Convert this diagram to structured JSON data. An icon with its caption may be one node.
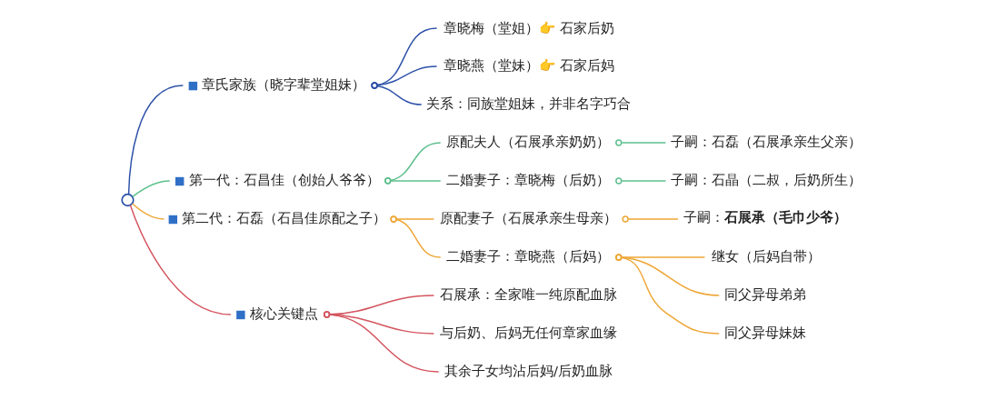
{
  "diagram": {
    "nodes": [
      {
        "text": [],
        "shape": "circle"
      },
      {
        "text": [
          "章氏家族（晓字辈堂姐妹）"
        ]
      },
      {
        "text": [
          "章晓梅（堂姐）👉 石家后奶"
        ]
      },
      {
        "text": [
          "章晓燕（堂妹）👉 石家后妈"
        ]
      },
      {
        "text": [
          "关系：同族堂姐妹，并非名字巧合"
        ]
      },
      {
        "text": [
          "第一代：石昌佳（创始人爷爷）"
        ]
      },
      {
        "text": [
          "原配夫人（石展承亲奶奶）"
        ]
      },
      {
        "text": [
          "子嗣：石磊（石展承亲生父亲）"
        ]
      },
      {
        "text": [
          "二婚妻子：章晓梅（后奶）"
        ]
      },
      {
        "text": [
          "子嗣：石晶（二叔，后奶所生）"
        ]
      },
      {
        "text": [
          "第二代：石磊（石昌佳原配之子）"
        ]
      },
      {
        "text": [
          "原配妻子（石展承亲生母亲）"
        ]
      },
      {
        "text": [
          "子嗣：**石展承（毛巾少爷）**"
        ]
      },
      {
        "text": [
          "二婚妻子：章晓燕（后妈）"
        ]
      },
      {
        "text": [
          "继女（后妈自带）"
        ]
      },
      {
        "text": [
          "同父异母弟弟"
        ]
      },
      {
        "text": [
          "同父异母妹妹"
        ]
      },
      {
        "text": [
          "核心关键点"
        ]
      },
      {
        "text": [
          "石展承：全家唯一纯原配血脉"
        ]
      },
      {
        "text": [
          "与后奶、后妈无任何章家血缘"
        ]
      },
      {
        "text": [
          "其余子女均沾后妈/后奶血脉"
        ]
      }
    ],
    "edges": [
      {
        "from": 0,
        "to": 1,
        "arrow": "none",
        "color": "#2c50a8"
      },
      {
        "from": 1,
        "to": 2,
        "arrow": "other",
        "color": "#2c50a8"
      },
      {
        "from": 1,
        "to": 3,
        "arrow": "other",
        "color": "#2c50a8"
      },
      {
        "from": 1,
        "to": 4,
        "arrow": "other",
        "color": "#2c50a8"
      },
      {
        "from": 0,
        "to": 5,
        "arrow": "none",
        "color": "#5cbf8c"
      },
      {
        "from": 5,
        "to": 6,
        "arrow": "other",
        "color": "#5cbf8c"
      },
      {
        "from": 6,
        "to": 7,
        "arrow": "other",
        "color": "#5cbf8c"
      },
      {
        "from": 5,
        "to": 8,
        "arrow": "other",
        "color": "#5cbf8c"
      },
      {
        "from": 8,
        "to": 9,
        "arrow": "other",
        "color": "#5cbf8c"
      },
      {
        "from": 0,
        "to": 10,
        "arrow": "none",
        "color": "#eea635"
      },
      {
        "from": 10,
        "to": 11,
        "arrow": "other",
        "color": "#eea635"
      },
      {
        "from": 11,
        "to": 12,
        "arrow": "other",
        "color": "#eea635"
      },
      {
        "from": 10,
        "to": 13,
        "arrow": "other",
        "color": "#eea635"
      },
      {
        "from": 13,
        "to": 14,
        "arrow": "other",
        "color": "#eea635"
      },
      {
        "from": 13,
        "to": 15,
        "arrow": "other",
        "color": "#eea635"
      },
      {
        "from": 13,
        "to": 16,
        "arrow": "other",
        "color": "#eea635"
      },
      {
        "from": 0,
        "to": 17,
        "arrow": "none",
        "color": "#d4555f"
      },
      {
        "from": 17,
        "to": 18,
        "arrow": "other",
        "color": "#d4555f"
      },
      {
        "from": 17,
        "to": 19,
        "arrow": "other",
        "color": "#d4555f"
      },
      {
        "from": 17,
        "to": 20,
        "arrow": "other",
        "color": "#d4555f"
      }
    ]
  }
}
